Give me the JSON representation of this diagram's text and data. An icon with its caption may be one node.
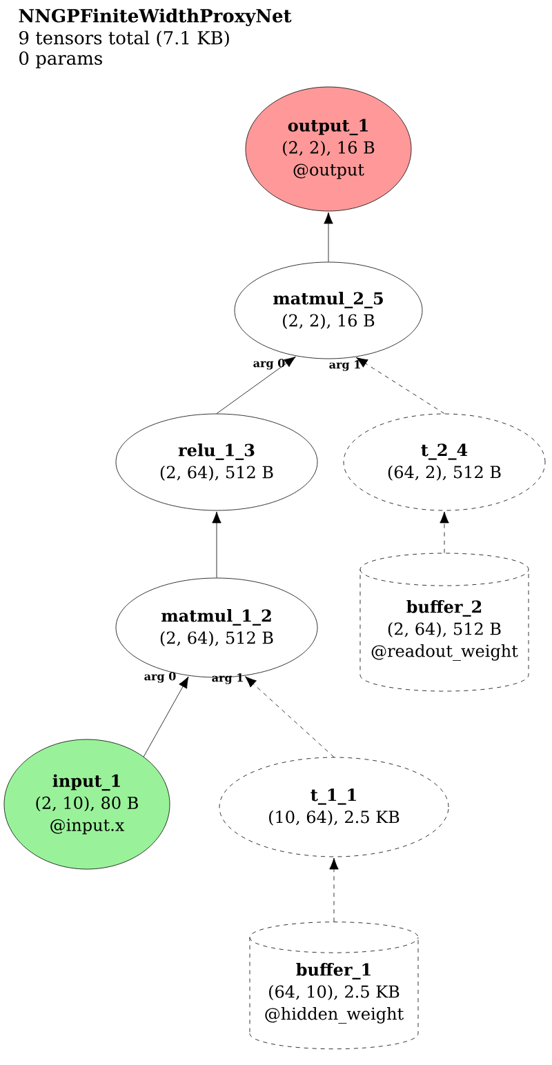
{
  "diagram": {
    "title": "NNGPFiniteWidthProxyNet",
    "nodes": [
      {
        "text": [
          "output_1",
          "(2, 2), 16 B",
          "@output"
        ]
      },
      {
        "text": [
          "matmul_2_5",
          "(2, 2), 16 B"
        ]
      },
      {
        "text": [
          "relu_1_3",
          "(2, 64), 512 B"
        ]
      },
      {
        "text": [
          "t_2_4",
          "(64, 2), 512 B"
        ]
      },
      {
        "text": [
          "buffer_2",
          "(2, 64), 512 B",
          "@readout_weight"
        ]
      },
      {
        "text": [
          "matmul_1_2",
          "(2, 64), 512 B"
        ]
      },
      {
        "text": [
          "input_1",
          "(2, 10), 80 B",
          "@input.x"
        ]
      },
      {
        "text": [
          "t_1_1",
          "(10, 64), 2.5 KB"
        ]
      },
      {
        "text": [
          "buffer_1",
          "(64, 10), 2.5 KB",
          "@hidden_weight"
        ]
      }
    ],
    "edges": [
      {
        "from": 1,
        "to": 0,
        "arrow": "to"
      },
      {
        "from": 2,
        "to": 1,
        "arrow": "to",
        "label": "arg 0"
      },
      {
        "from": 3,
        "to": 1,
        "arrow": "to",
        "label": "arg 1",
        "style": "dashed"
      },
      {
        "from": 4,
        "to": 3,
        "arrow": "to",
        "style": "dashed"
      },
      {
        "from": 5,
        "to": 2,
        "arrow": "to"
      },
      {
        "from": 6,
        "to": 5,
        "arrow": "to",
        "label": "arg 0"
      },
      {
        "from": 7,
        "to": 5,
        "arrow": "to",
        "label": "arg 1",
        "style": "dashed"
      },
      {
        "from": 8,
        "to": 7,
        "arrow": "to",
        "style": "dashed"
      }
    ],
    "labels": [
      "9 tensors total (7.1 KB)",
      "0 params"
    ]
  }
}
